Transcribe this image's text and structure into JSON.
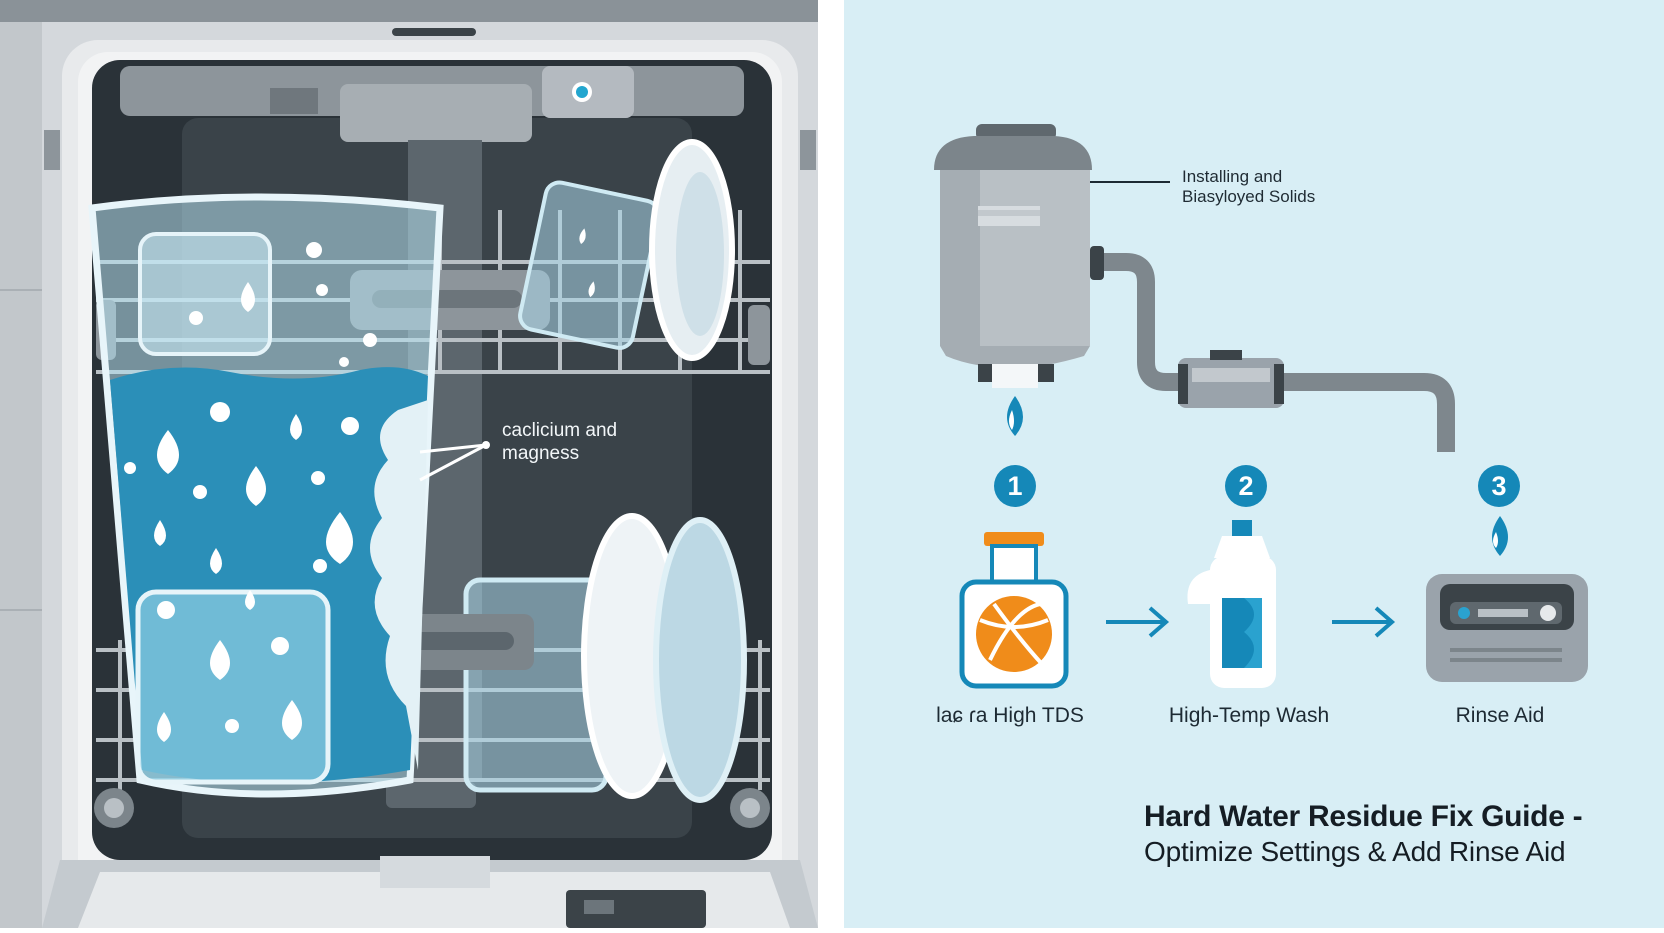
{
  "left": {
    "callout": {
      "line1": "caclicium and",
      "line2": "magness"
    }
  },
  "right": {
    "callout": {
      "line1": "Installing and",
      "line2": "Biasyloyed Solids"
    },
    "steps": [
      {
        "number": "1",
        "label": "laɕ ɾa High TDS",
        "icon": "filter-bottle-icon"
      },
      {
        "number": "2",
        "label": "High-Temp Wash",
        "icon": "detergent-bottle-icon"
      },
      {
        "number": "3",
        "label": "Rinse Aid",
        "icon": "rinse-aid-dispenser-icon"
      }
    ],
    "title": "Hard Water Residue Fix Guide -",
    "subtitle": "Optimize Settings & Add Rinse Aid"
  },
  "colors": {
    "background_right": "#d8eef5",
    "accent_blue": "#1588b8",
    "water_blue": "#3b9ec4",
    "orange": "#f08c1a",
    "appliance_gray": "#9aa3ab",
    "dark_interior": "#2a3238"
  }
}
